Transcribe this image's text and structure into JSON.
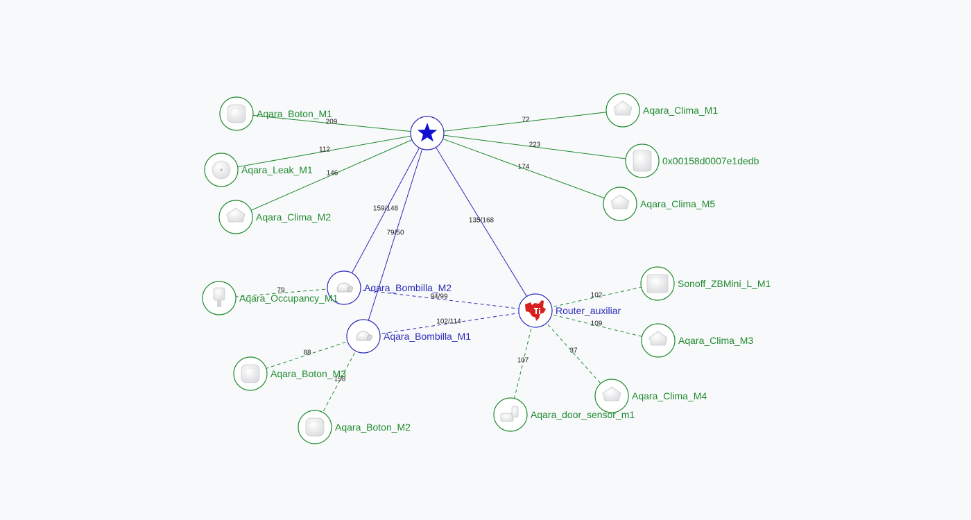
{
  "colors": {
    "end_device": "#1f8a2e",
    "router": "#2a2ab8",
    "coordinator_star": "#1010d0",
    "ti_logo": "#d8201f",
    "background": "#f8f9fb"
  },
  "nodes": [
    {
      "id": "coord",
      "type": "coordinator",
      "label": "",
      "icon": "star-icon"
    },
    {
      "id": "bm2",
      "type": "router",
      "label": "Aqara_Bombilla_M2",
      "icon": "bulb-icon"
    },
    {
      "id": "bm1",
      "type": "router",
      "label": "Aqara_Bombilla_M1",
      "icon": "bulb-icon"
    },
    {
      "id": "ra",
      "type": "router",
      "label": "Router_auxiliar",
      "icon": "texas-instruments-logo-icon"
    },
    {
      "id": "botonM1",
      "type": "end",
      "label": "Aqara_Boton_M1",
      "icon": "button-device-icon"
    },
    {
      "id": "leakM1",
      "type": "end",
      "label": "Aqara_Leak_M1",
      "icon": "leak-sensor-icon"
    },
    {
      "id": "climaM2",
      "type": "end",
      "label": "Aqara_Clima_M2",
      "icon": "climate-sensor-icon"
    },
    {
      "id": "climaM1",
      "type": "end",
      "label": "Aqara_Clima_M1",
      "icon": "climate-sensor-icon"
    },
    {
      "id": "hex",
      "type": "end",
      "label": "0x00158d0007e1dedb",
      "icon": "generic-device-icon"
    },
    {
      "id": "climaM5",
      "type": "end",
      "label": "Aqara_Clima_M5",
      "icon": "climate-sensor-icon"
    },
    {
      "id": "occM1",
      "type": "end",
      "label": "Aqara_Occupancy_M1",
      "icon": "motion-sensor-icon"
    },
    {
      "id": "botonM3",
      "type": "end",
      "label": "Aqara_Boton_M3",
      "icon": "button-device-icon"
    },
    {
      "id": "botonM2",
      "type": "end",
      "label": "Aqara_Boton_M2",
      "icon": "button-device-icon"
    },
    {
      "id": "sonoff",
      "type": "end",
      "label": "Sonoff_ZBMini_L_M1",
      "icon": "switch-module-icon"
    },
    {
      "id": "climaM3",
      "type": "end",
      "label": "Aqara_Clima_M3",
      "icon": "climate-sensor-icon"
    },
    {
      "id": "climaM4",
      "type": "end",
      "label": "Aqara_Clima_M4",
      "icon": "climate-sensor-icon"
    },
    {
      "id": "door",
      "type": "end",
      "label": "Aqara_door_sensor_m1",
      "icon": "door-sensor-icon"
    }
  ],
  "edges": [
    {
      "from": "coord",
      "to": "botonM1",
      "label": "209",
      "style": "solid",
      "kind": "end"
    },
    {
      "from": "coord",
      "to": "leakM1",
      "label": "112",
      "style": "solid",
      "kind": "end"
    },
    {
      "from": "coord",
      "to": "climaM2",
      "label": "146",
      "style": "solid",
      "kind": "end"
    },
    {
      "from": "coord",
      "to": "climaM1",
      "label": "72",
      "style": "solid",
      "kind": "end"
    },
    {
      "from": "coord",
      "to": "hex",
      "label": "223",
      "style": "solid",
      "kind": "end"
    },
    {
      "from": "coord",
      "to": "climaM5",
      "label": "174",
      "style": "solid",
      "kind": "end"
    },
    {
      "from": "coord",
      "to": "bm2",
      "label": "159/148",
      "style": "solid",
      "kind": "router"
    },
    {
      "from": "coord",
      "to": "bm1",
      "label": "79/50",
      "style": "solid",
      "kind": "router"
    },
    {
      "from": "coord",
      "to": "ra",
      "label": "135/168",
      "style": "solid",
      "kind": "router"
    },
    {
      "from": "bm2",
      "to": "occM1",
      "label": "79",
      "style": "dashed",
      "kind": "end"
    },
    {
      "from": "bm2",
      "to": "ra",
      "label": "94/99",
      "style": "dashed",
      "kind": "router"
    },
    {
      "from": "bm1",
      "to": "ra",
      "label": "102/114",
      "style": "dashed",
      "kind": "router"
    },
    {
      "from": "bm1",
      "to": "botonM3",
      "label": "88",
      "style": "dashed",
      "kind": "end"
    },
    {
      "from": "bm1",
      "to": "botonM2",
      "label": "198",
      "style": "dashed",
      "kind": "end"
    },
    {
      "from": "ra",
      "to": "sonoff",
      "label": "102",
      "style": "dashed",
      "kind": "end"
    },
    {
      "from": "ra",
      "to": "climaM3",
      "label": "109",
      "style": "dashed",
      "kind": "end"
    },
    {
      "from": "ra",
      "to": "climaM4",
      "label": "37",
      "style": "dashed",
      "kind": "end"
    },
    {
      "from": "ra",
      "to": "door",
      "label": "107",
      "style": "dashed",
      "kind": "end"
    }
  ]
}
